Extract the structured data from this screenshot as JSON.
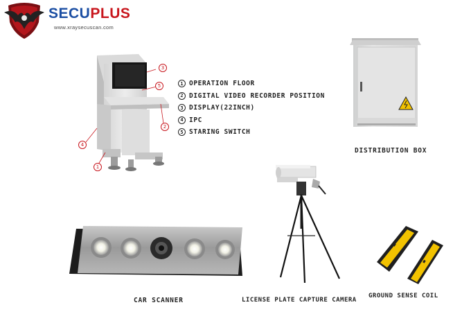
{
  "brand": {
    "name_part1": "SECU",
    "name_part2": "PLUS",
    "url": "www.xraysecuscan.com",
    "logo_icon": "eagle-shield-icon"
  },
  "legend": [
    {
      "num": "1",
      "text": "OPERATION FLOOR"
    },
    {
      "num": "2",
      "text": "DIGITAL VIDEO RECORDER POSITION"
    },
    {
      "num": "3",
      "text": "DISPLAY(22INCH)"
    },
    {
      "num": "4",
      "text": "IPC"
    },
    {
      "num": "5",
      "text": "STARING SWITCH"
    }
  ],
  "callouts": [
    "3",
    "5",
    "2",
    "4",
    "1"
  ],
  "products": {
    "distribution_box": "DISTRIBUTION BOX",
    "car_scanner": "CAR SCANNER",
    "camera": "LICENSE PLATE CAPTURE CAMERA",
    "coil": "GROUND SENSE COIL"
  },
  "colors": {
    "brand_blue": "#1b4ea3",
    "brand_red": "#c8161d",
    "warning_yellow": "#f2c200"
  }
}
